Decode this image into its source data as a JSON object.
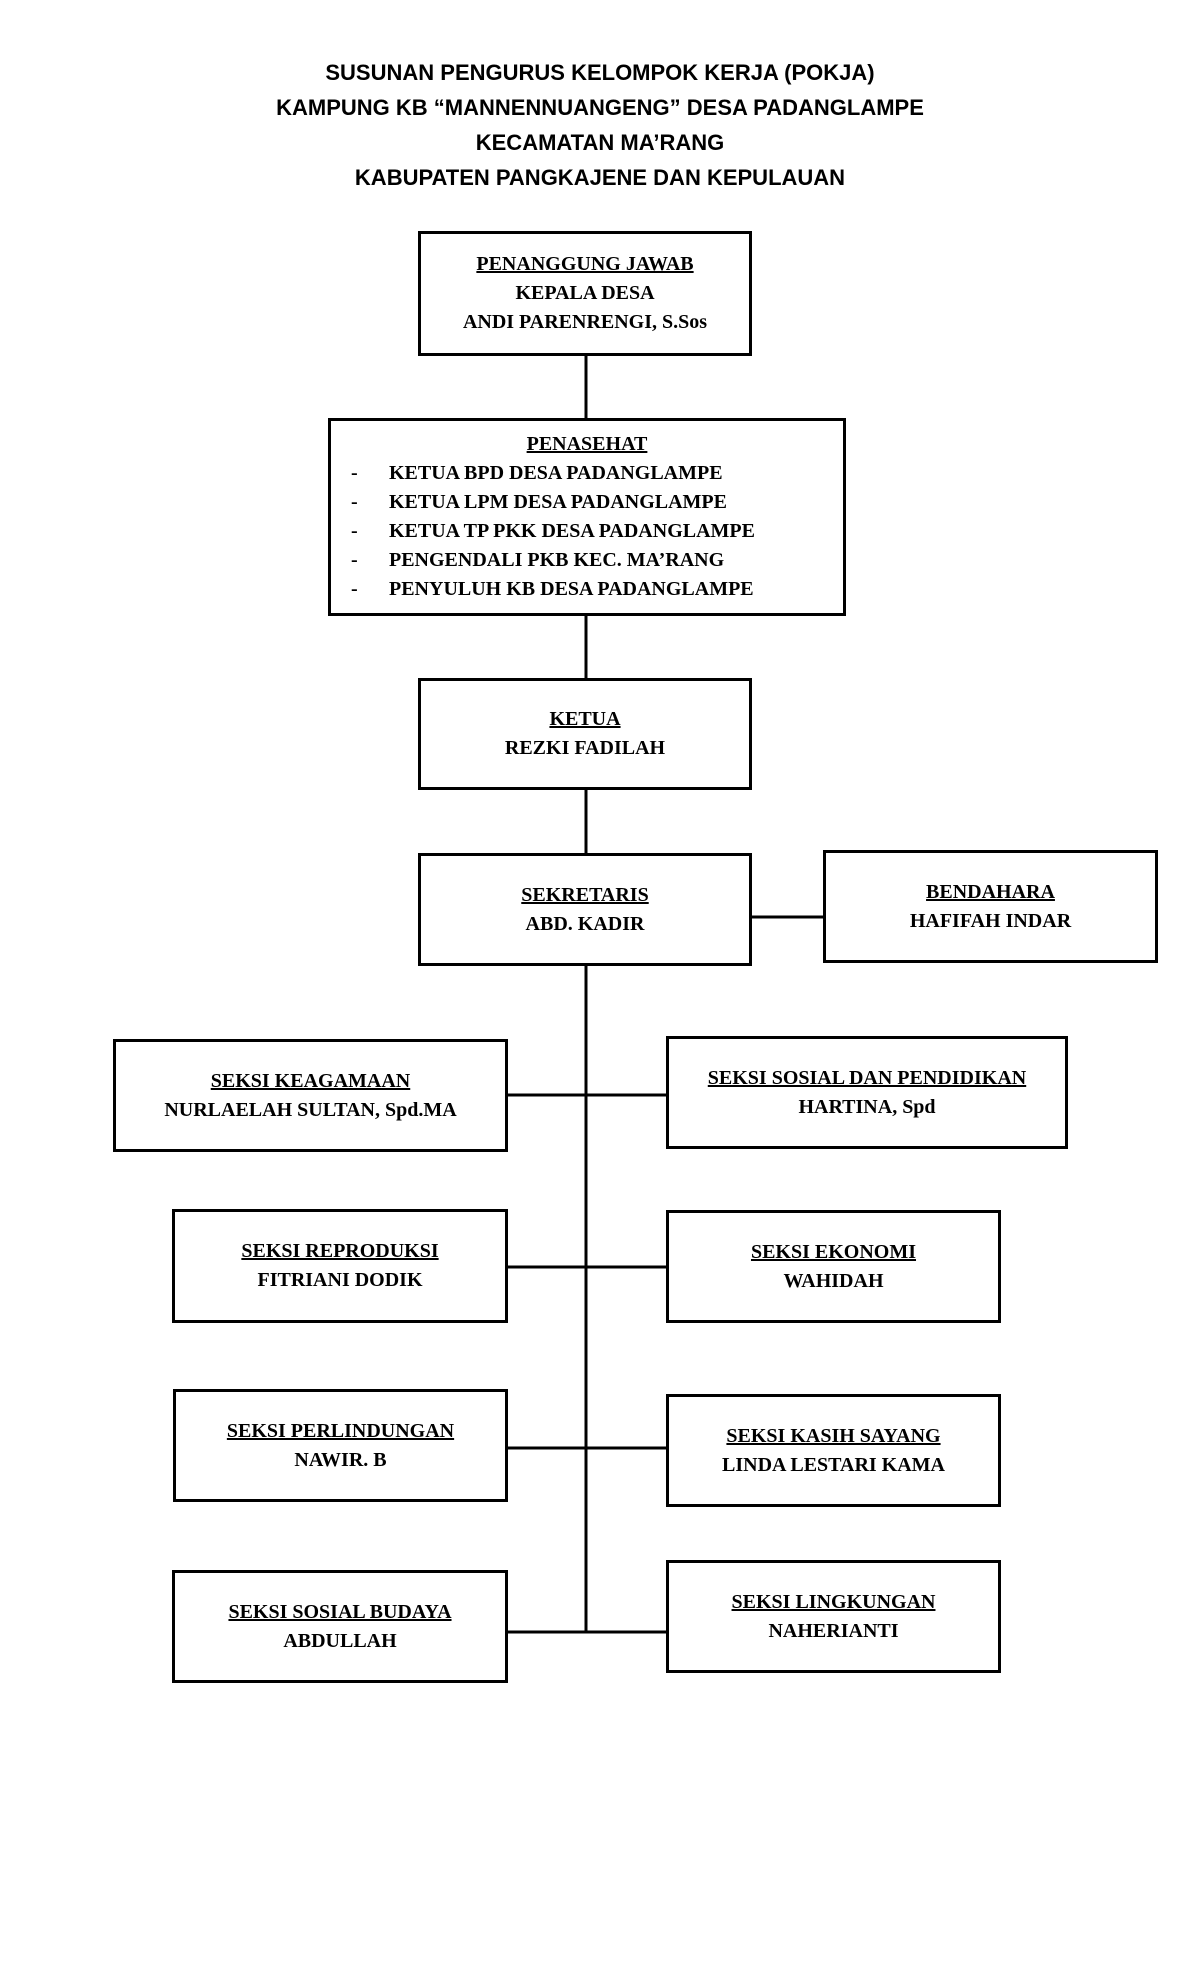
{
  "header": {
    "line1": "SUSUNAN PENGURUS KELOMPOK KERJA (POKJA)",
    "line2": "KAMPUNG KB “MANNENNUANGENG” DESA PADANGLAMPE",
    "line3": "KECAMATAN MA’RANG",
    "line4": "KABUPATEN PANGKAJENE DAN KEPULAUAN"
  },
  "penanggung_jawab": {
    "title": "PENANGGUNG JAWAB",
    "role": "KEPALA DESA",
    "name": "ANDI PARENRENGI, S.Sos"
  },
  "penasehat": {
    "title": "PENASEHAT",
    "bullet": "-",
    "items": [
      "KETUA BPD DESA PADANGLAMPE",
      "KETUA LPM DESA PADANGLAMPE",
      "KETUA TP PKK DESA PADANGLAMPE",
      "PENGENDALI PKB KEC. MA’RANG",
      "PENYULUH KB DESA PADANGLAMPE"
    ]
  },
  "ketua": {
    "title": "KETUA",
    "name": "REZKI FADILAH"
  },
  "sekretaris": {
    "title": "SEKRETARIS",
    "name": "ABD. KADIR"
  },
  "bendahara": {
    "title": "BENDAHARA",
    "name": "HAFIFAH INDAR"
  },
  "seksi": {
    "keagamaan": {
      "title": "SEKSI KEAGAMAAN",
      "name": "NURLAELAH SULTAN, Spd.MA"
    },
    "sosial_pendidikan": {
      "title": "SEKSI SOSIAL DAN PENDIDIKAN",
      "name": "HARTINA, Spd"
    },
    "reproduksi": {
      "title": "SEKSI REPRODUKSI",
      "name": "FITRIANI DODIK"
    },
    "ekonomi": {
      "title": "SEKSI EKONOMI",
      "name": "WAHIDAH"
    },
    "perlindungan": {
      "title": "SEKSI PERLINDUNGAN",
      "name": "NAWIR. B"
    },
    "kasih_sayang": {
      "title": "SEKSI KASIH SAYANG",
      "name": "LINDA LESTARI KAMA"
    },
    "sosial_budaya": {
      "title": "SEKSI SOSIAL BUDAYA",
      "name": "ABDULLAH"
    },
    "lingkungan": {
      "title": "SEKSI LINGKUNGAN",
      "name": "NAHERIANTI"
    }
  }
}
